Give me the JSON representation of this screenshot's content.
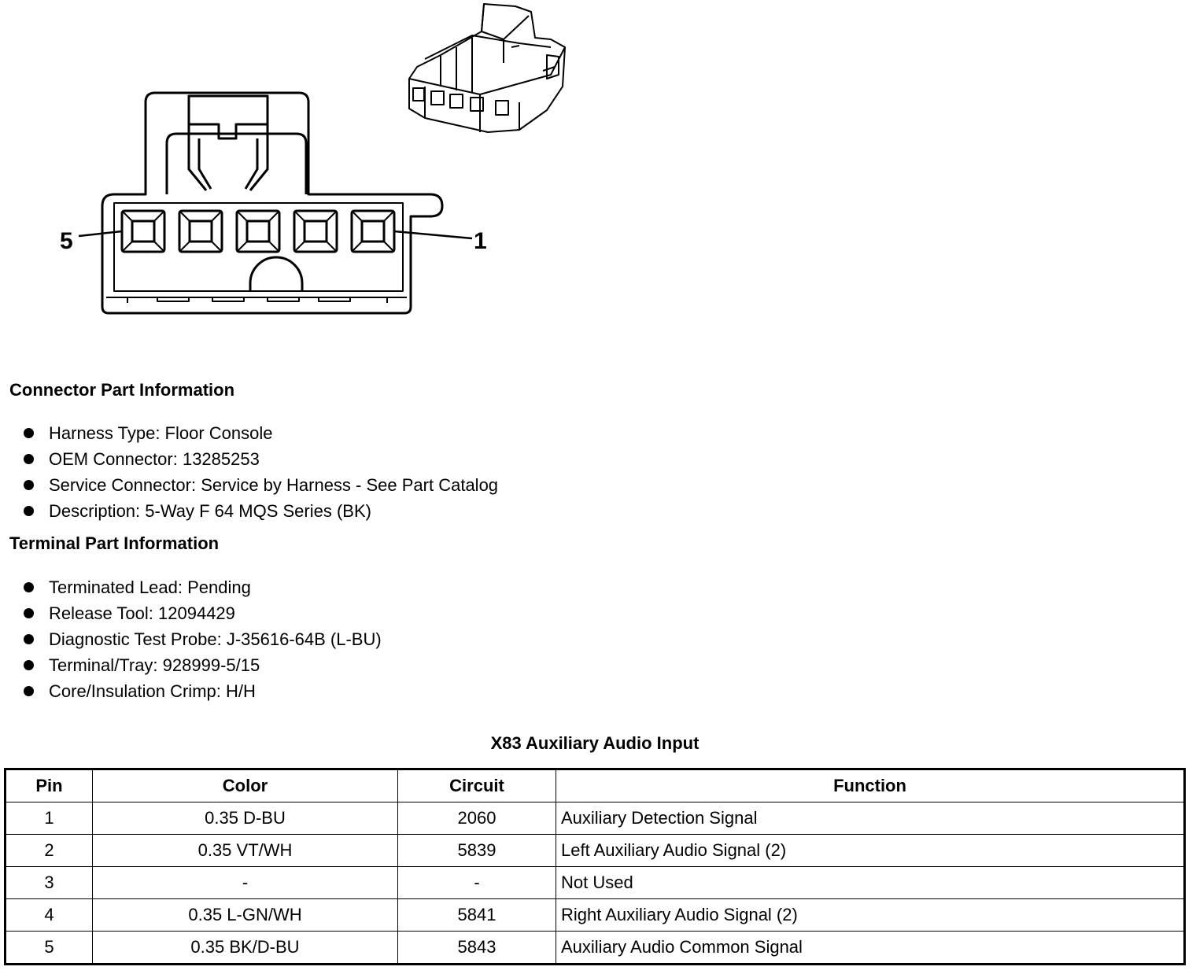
{
  "diagram": {
    "pin_label_left": "5",
    "pin_label_right": "1"
  },
  "connector_info": {
    "title": "Connector Part Information",
    "items": [
      "Harness Type: Floor Console",
      "OEM Connector: 13285253",
      "Service Connector: Service by Harness - See Part Catalog",
      "Description: 5-Way F 64 MQS Series (BK)"
    ]
  },
  "terminal_info": {
    "title": "Terminal Part Information",
    "items": [
      "Terminated Lead: Pending",
      "Release Tool: 12094429",
      "Diagnostic Test Probe: J-35616-64B (L-BU)",
      "Terminal/Tray: 928999-5/15",
      "Core/Insulation Crimp: H/H"
    ]
  },
  "pin_table": {
    "title": "X83 Auxiliary Audio Input",
    "headers": [
      "Pin",
      "Color",
      "Circuit",
      "Function"
    ],
    "rows": [
      [
        "1",
        "0.35 D-BU",
        "2060",
        "Auxiliary Detection Signal"
      ],
      [
        "2",
        "0.35 VT/WH",
        "5839",
        "Left Auxiliary Audio Signal (2)"
      ],
      [
        "3",
        "-",
        "-",
        "Not Used"
      ],
      [
        "4",
        "0.35 L-GN/WH",
        "5841",
        "Right Auxiliary Audio Signal (2)"
      ],
      [
        "5",
        "0.35 BK/D-BU",
        "5843",
        "Auxiliary Audio Common Signal"
      ]
    ]
  }
}
